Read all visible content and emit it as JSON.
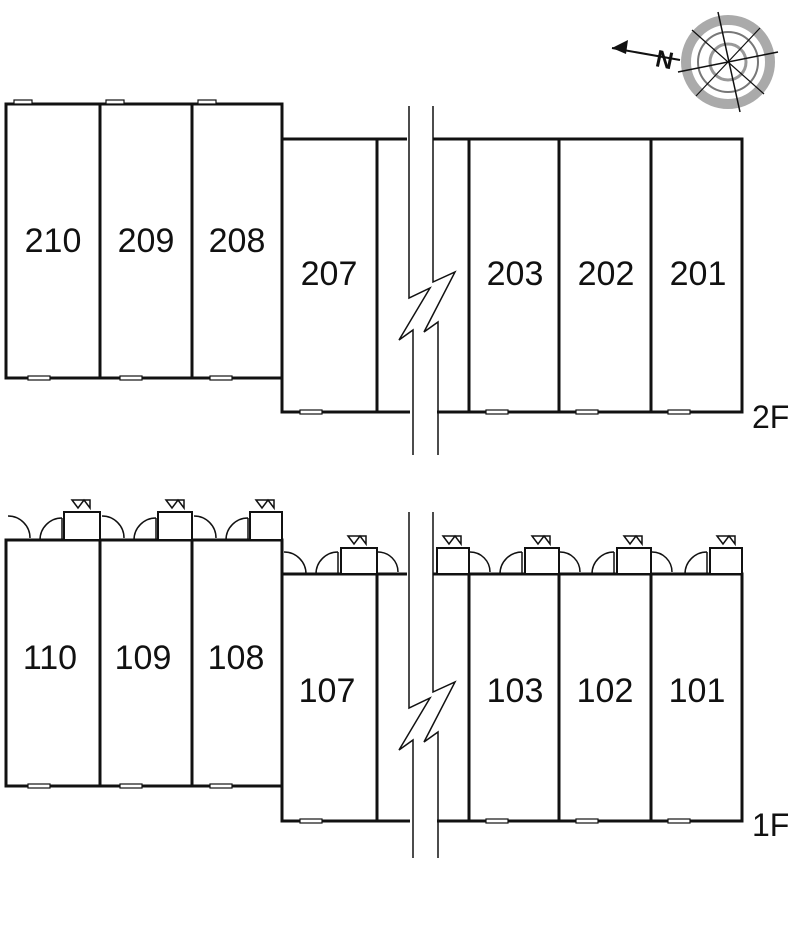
{
  "floors": [
    {
      "label": "2F",
      "rooms": [
        "210",
        "209",
        "208",
        "207",
        "203",
        "202",
        "201"
      ]
    },
    {
      "label": "1F",
      "rooms": [
        "110",
        "109",
        "108",
        "107",
        "103",
        "102",
        "101"
      ]
    }
  ],
  "compass": {
    "north_letter": "N",
    "icon": "compass-rose-icon"
  }
}
